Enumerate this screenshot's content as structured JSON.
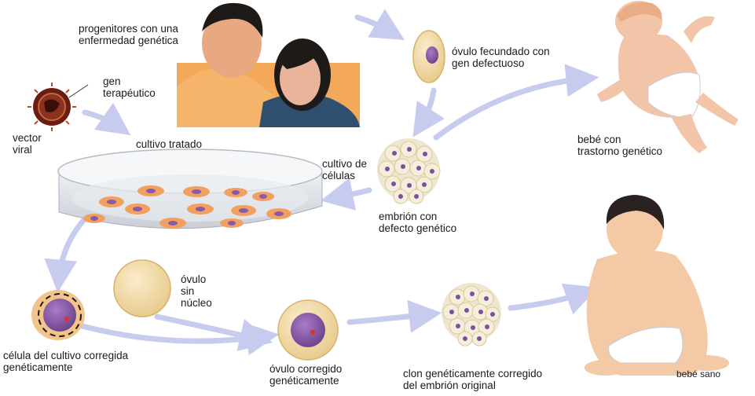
{
  "labels": {
    "parents": [
      "progenitores con una",
      "enfermedad genética"
    ],
    "fertilized_egg": [
      "óvulo fecundado con",
      "gen defectuoso"
    ],
    "therapeutic_gene": [
      "gen",
      "terapéutico"
    ],
    "viral_vector": [
      "vector",
      "viral"
    ],
    "treated_culture": "cultivo tratado",
    "cell_culture": [
      "cultivo de",
      "células"
    ],
    "embryo_defect": [
      "embrión con",
      "defecto genético"
    ],
    "baby_disorder": [
      "bebé con",
      "trastorno genético"
    ],
    "enucleated_egg": [
      "óvulo",
      "sin",
      "núcleo"
    ],
    "corrected_cell": [
      "célula del cultivo corregida",
      "genéticamente"
    ],
    "corrected_egg": [
      "óvulo corregido",
      "genéticamente"
    ],
    "corrected_clone": [
      "clon genéticamente corregido",
      "del embrión original"
    ],
    "healthy_baby": "bebé sano"
  },
  "colors": {
    "arrow": "#c7cbee",
    "egg": "#f0d9a0",
    "nucleus": "#8a5aa8",
    "culture_cell": "#f2a060",
    "skin": "#f3c9a6",
    "dish": "#dfe3e8"
  }
}
